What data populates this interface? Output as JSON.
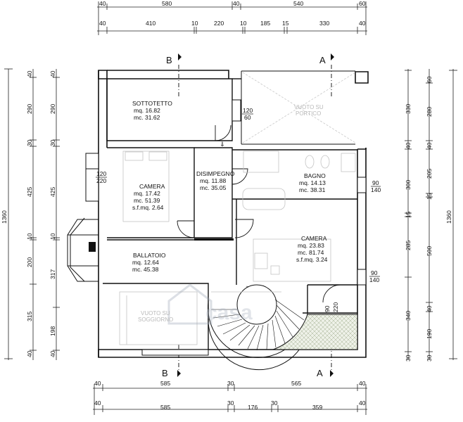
{
  "dims": {
    "top_row1": [
      "40",
      "580",
      "40",
      "540",
      "60"
    ],
    "top_row2": [
      "40",
      "410",
      "10",
      "220",
      "10",
      "185",
      "15",
      "330",
      "40"
    ],
    "bottom_row1": [
      "40",
      "585",
      "30",
      "565",
      "40"
    ],
    "bottom_row2": [
      "40",
      "585",
      "30",
      "176",
      "30",
      "359",
      "40"
    ],
    "left_outer": [
      "1360"
    ],
    "left_mid": [
      "40",
      "290",
      "30",
      "425",
      "10",
      "200",
      "315",
      "40"
    ],
    "left_inner": [
      "40",
      "290",
      "30",
      "425",
      "10",
      "317",
      "198",
      "40"
    ],
    "right_mid": [
      "330",
      "40",
      "300",
      "15",
      "285",
      "340",
      "30"
    ],
    "right_inner": [
      "60",
      "280",
      "40",
      "205",
      "15",
      "500",
      "40",
      "190",
      "30"
    ],
    "right_outer": [
      "1360"
    ]
  },
  "sections": {
    "b_top": "B",
    "a_top": "A",
    "b_bottom": "B",
    "a_bottom": "A"
  },
  "rooms": {
    "sottotetto": {
      "name": "SOTTOTETTO",
      "mq": "mq. 16.82",
      "mc": "mc. 31.62"
    },
    "camera1": {
      "name": "CAMERA",
      "mq": "mq. 17.42",
      "mc": "mc. 51.39",
      "sf": "s.f.mq. 2.64"
    },
    "disimpegno": {
      "name": "DISIMPEGNO",
      "mq": "mq. 11.88",
      "mc": "mc. 35.05"
    },
    "bagno": {
      "name": "BAGNO",
      "mq": "mq. 14.13",
      "mc": "mc. 38.31"
    },
    "camera2": {
      "name": "CAMERA",
      "mq": "mq. 23.83",
      "mc": "mc. 81.74",
      "sf": "s.f.mq. 3.24"
    },
    "ballatoio": {
      "name": "BALLATOIO",
      "mq": "mq. 12.64",
      "mc": "mc. 45.38"
    }
  },
  "voids": {
    "portico_1": "VUOTO SU",
    "portico_2": "PORTICO",
    "soggiorno_1": "VUOTO SU",
    "soggiorno_2": "SOGGIORNO"
  },
  "windows": {
    "w1_top": "120",
    "w1_bot": "60",
    "w2_top": "120",
    "w2_bot": "220",
    "w3_top": "90",
    "w3_bot": "140",
    "w4_top": "90",
    "w4_bot": "140",
    "w5_top": "90",
    "w5_bot": "220"
  },
  "watermark": "casa"
}
